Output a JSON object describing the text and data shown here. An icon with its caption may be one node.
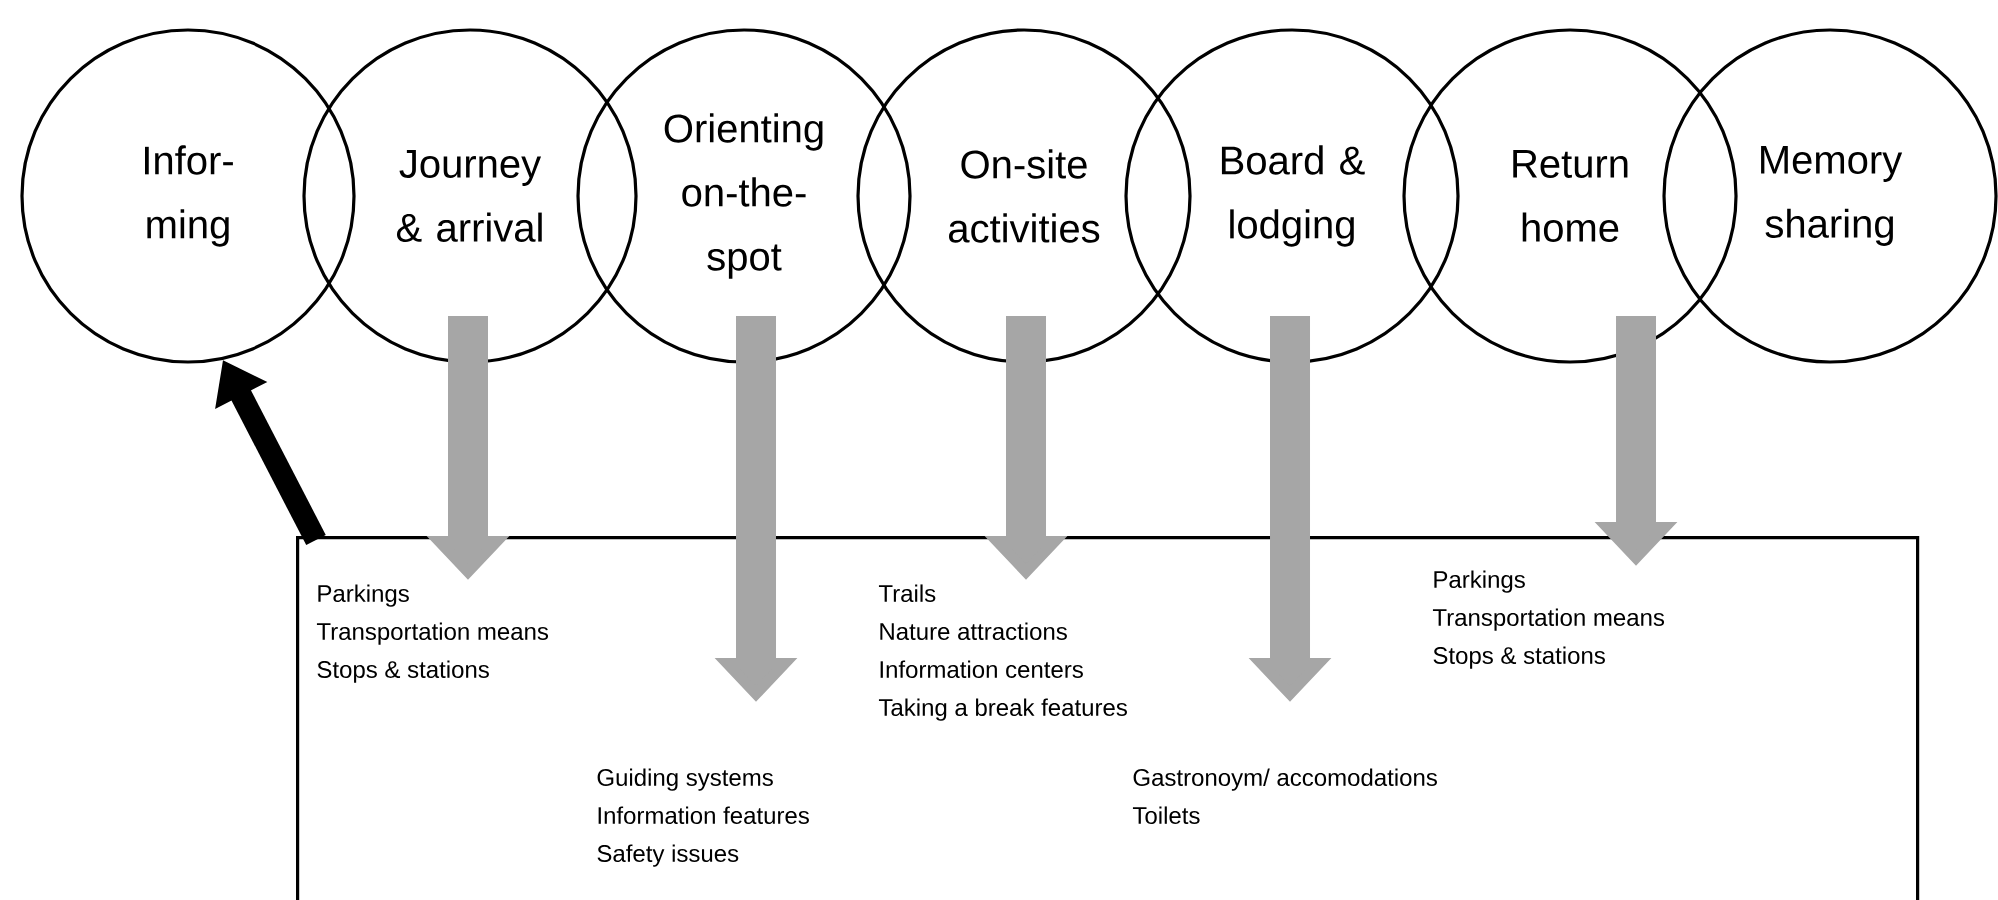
{
  "diagram": {
    "nodes": [
      {
        "text": [
          "Infor-ming"
        ]
      },
      {
        "text": [
          "Journey & arrival"
        ]
      },
      {
        "text": [
          "Orienting on-the-spot"
        ]
      },
      {
        "text": [
          "On-site activities"
        ]
      },
      {
        "text": [
          "Board & lodging"
        ]
      },
      {
        "text": [
          "Return home"
        ]
      },
      {
        "text": [
          "Memory sharing"
        ]
      },
      {
        "text": [],
        "shape": "box"
      },
      {
        "text": [
          "Parkings",
          "Transportation means",
          "Stops & stations"
        ],
        "in": 7
      },
      {
        "text": [
          "Guiding systems",
          "Information features",
          "Safety issues"
        ],
        "in": 7
      },
      {
        "text": [
          "Trails",
          "Nature  attractions",
          "Information centers",
          "Taking a break features"
        ],
        "in": 7
      },
      {
        "text": [
          "Gastronoym/ accomodations",
          "Toilets"
        ],
        "in": 7
      },
      {
        "text": [
          "Parkings",
          "Transportation means",
          "Stops & stations"
        ],
        "in": 7
      }
    ],
    "edges": [
      {
        "from": 1,
        "to": 8,
        "arrow": "to"
      },
      {
        "from": 2,
        "to": 9,
        "arrow": "to"
      },
      {
        "from": 3,
        "to": 10,
        "arrow": "to"
      },
      {
        "from": 4,
        "to": 11,
        "arrow": "to"
      },
      {
        "from": 5,
        "to": 12,
        "arrow": "to"
      },
      {
        "from": 7,
        "to": 0,
        "arrow": "to",
        "color": "#000000"
      }
    ]
  }
}
